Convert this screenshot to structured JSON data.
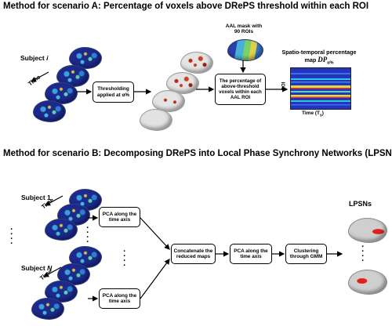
{
  "scenario_a": {
    "title": "Method for scenario A: Percentage of voxels above DRePS threshold within each ROI",
    "subject_label": "Subject ",
    "subject_index": "i",
    "time_label": "Time",
    "threshold_box": "Thresholding applied at α%",
    "aal_label_line1": "AAL mask with",
    "aal_label_line2": "90 ROIs",
    "percentage_box": "The percentage of above-threshold voxels within each AAL ROI",
    "map_title_line1": "Spatio-temporal percentage",
    "map_title_line2": "map ",
    "map_symbol": "DP",
    "map_subscript": "α%",
    "map_y_label": "ROI",
    "map_x_label": "Time (T",
    "map_x_subscript": "s",
    "map_x_close": ")"
  },
  "scenario_b": {
    "title": "Method for scenario B: Decomposing DRePS into Local Phase Synchrony Networks (LPSNs)",
    "subject1_label": "Subject 1",
    "subjectN_label": "Subject ",
    "subjectN_index": "N",
    "time_label": "Time",
    "pca_box_1": "PCA along the time axis",
    "pca_box_2": "PCA along the time axis",
    "concat_box": "Concatenate the reduced maps",
    "pca_box_3": "PCA along the time axis",
    "cluster_box": "Clustering through GMM",
    "lpsns_label": "LPSNs"
  },
  "colors": {
    "heatmap_bg": "#1f2fb8",
    "heatmap_band_yellow": "#e8d640",
    "heatmap_band_cyan": "#30c8d8",
    "heatmap_band_red": "#d83a1c",
    "lpsn_red": "#e0201a"
  }
}
